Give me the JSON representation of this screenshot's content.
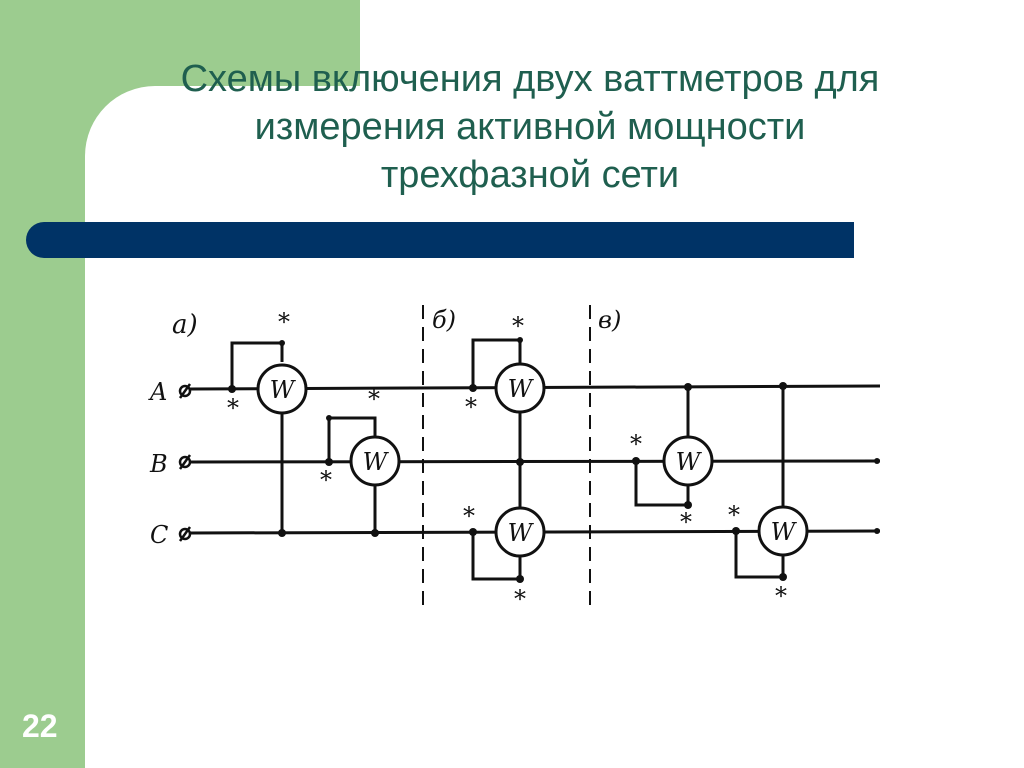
{
  "slide": {
    "title_lines": [
      "Схемы включения двух ваттметров для",
      "измерения активной мощности",
      "трехфазной сети"
    ],
    "page_number": "22"
  },
  "diagram": {
    "panel_labels": [
      "а)",
      "б)",
      "в)"
    ],
    "phase_labels": [
      "A",
      "B",
      "C"
    ],
    "meter_label": "W",
    "generator_mark": "*"
  },
  "colors": {
    "accent_green": "#9ccc8f",
    "title_color": "#1f5f4f",
    "bar_color": "#003366"
  }
}
